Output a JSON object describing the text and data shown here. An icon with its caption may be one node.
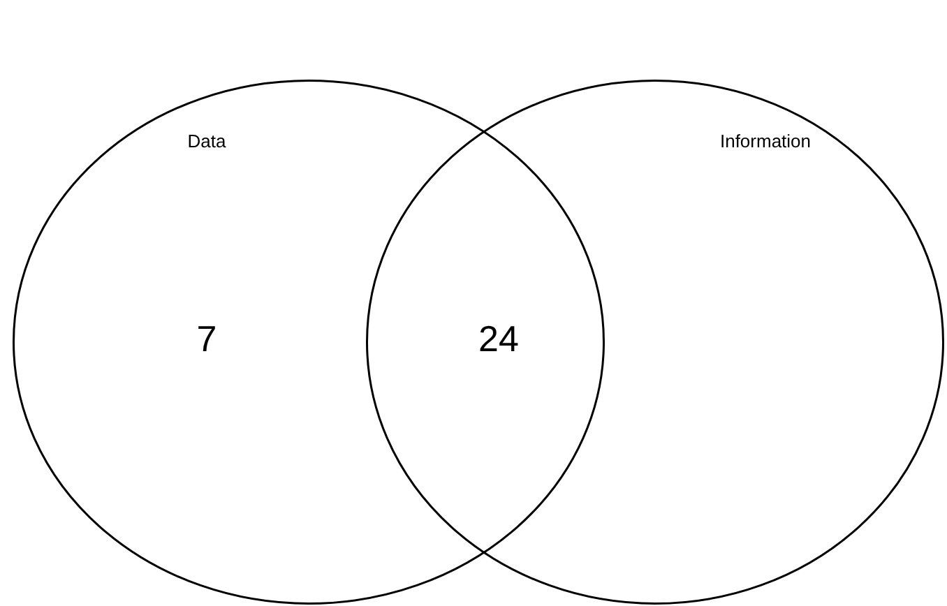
{
  "diagram": {
    "nodes": [
      {
        "text": [
          "Data"
        ]
      },
      {
        "text": [
          "Information"
        ]
      }
    ],
    "edges": [],
    "labels": [
      "7",
      "24"
    ]
  }
}
